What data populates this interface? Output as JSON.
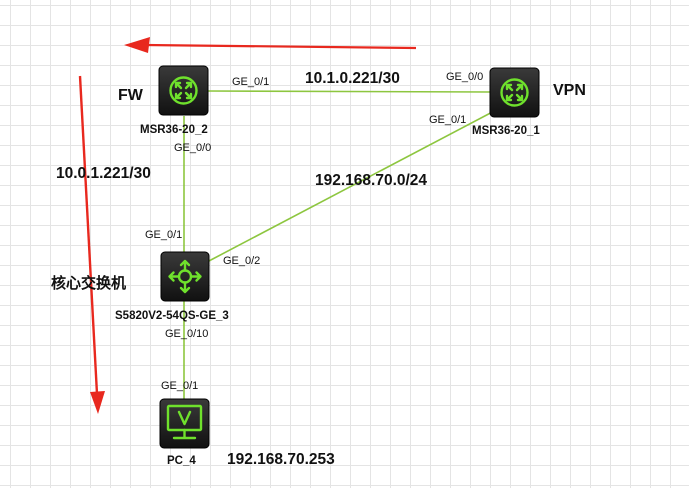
{
  "devices": {
    "fw": {
      "role_label": "FW",
      "model": "MSR36-20_2",
      "icon": "router-icon"
    },
    "vpn": {
      "role_label": "VPN",
      "model": "MSR36-20_1",
      "icon": "router-icon"
    },
    "core": {
      "role_label": "核心交换机",
      "model": "S5820V2-54QS-GE_3",
      "icon": "l3-switch-icon"
    },
    "pc": {
      "model": "PC_4",
      "ip": "192.168.70.253",
      "icon": "pc-monitor-icon"
    }
  },
  "links": {
    "fw_vpn": {
      "a_port": "GE_0/1",
      "b_port": "GE_0/0",
      "network": "10.1.0.221/30"
    },
    "fw_core": {
      "a_port": "GE_0/0",
      "b_port": "GE_0/1",
      "network": "10.0.1.221/30"
    },
    "vpn_core": {
      "a_port": "GE_0/1",
      "b_port": "GE_0/2",
      "network": "192.168.70.0/24"
    },
    "core_pc": {
      "a_port": "GE_0/10",
      "b_port": "GE_0/1"
    }
  },
  "colors": {
    "link": "#8dc63f",
    "icon_bg": "#1f1f1f",
    "icon_fg": "#6fe12c",
    "arrow": "#e8281e"
  },
  "annotations": {
    "arrows": [
      "arrow-pointing-left",
      "arrow-pointing-down"
    ]
  }
}
